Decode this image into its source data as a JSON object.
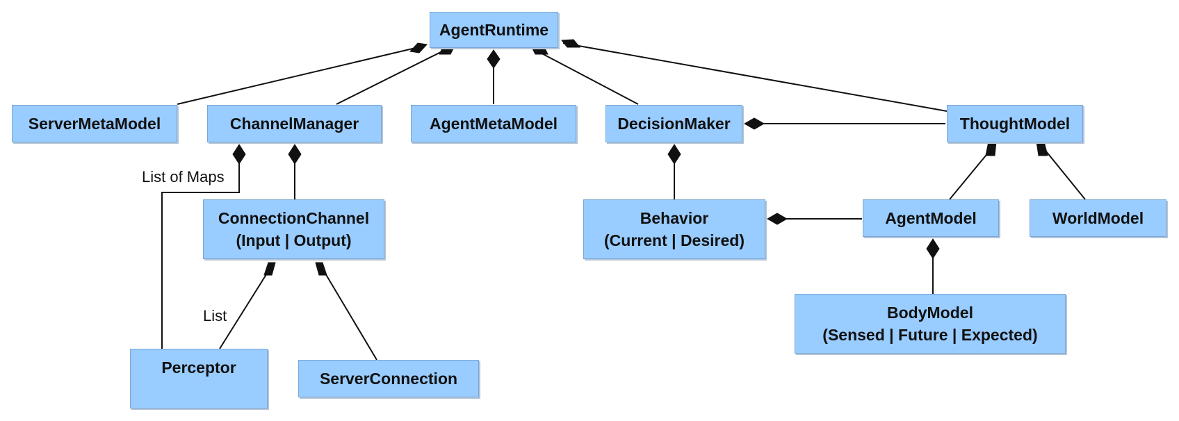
{
  "nodes": {
    "agent_runtime": {
      "title": "AgentRuntime"
    },
    "server_meta_model": {
      "title": "ServerMetaModel"
    },
    "channel_manager": {
      "title": "ChannelManager"
    },
    "agent_meta_model": {
      "title": "AgentMetaModel"
    },
    "decision_maker": {
      "title": "DecisionMaker"
    },
    "thought_model": {
      "title": "ThoughtModel"
    },
    "connection_channel": {
      "title": "ConnectionChannel",
      "subtitle": "(Input | Output)"
    },
    "behavior": {
      "title": "Behavior",
      "subtitle": "(Current | Desired)"
    },
    "agent_model": {
      "title": "AgentModel"
    },
    "world_model": {
      "title": "WorldModel"
    },
    "body_model": {
      "title": "BodyModel",
      "subtitle": "(Sensed | Future | Expected)"
    },
    "perceptor": {
      "title": "Perceptor"
    },
    "server_connection": {
      "title": "ServerConnection"
    }
  },
  "edge_labels": {
    "list_of_maps": "List of Maps",
    "list": "List"
  },
  "colors": {
    "box_fill": "#99ccff",
    "box_border": "#7aa6d4",
    "line": "#111111"
  }
}
